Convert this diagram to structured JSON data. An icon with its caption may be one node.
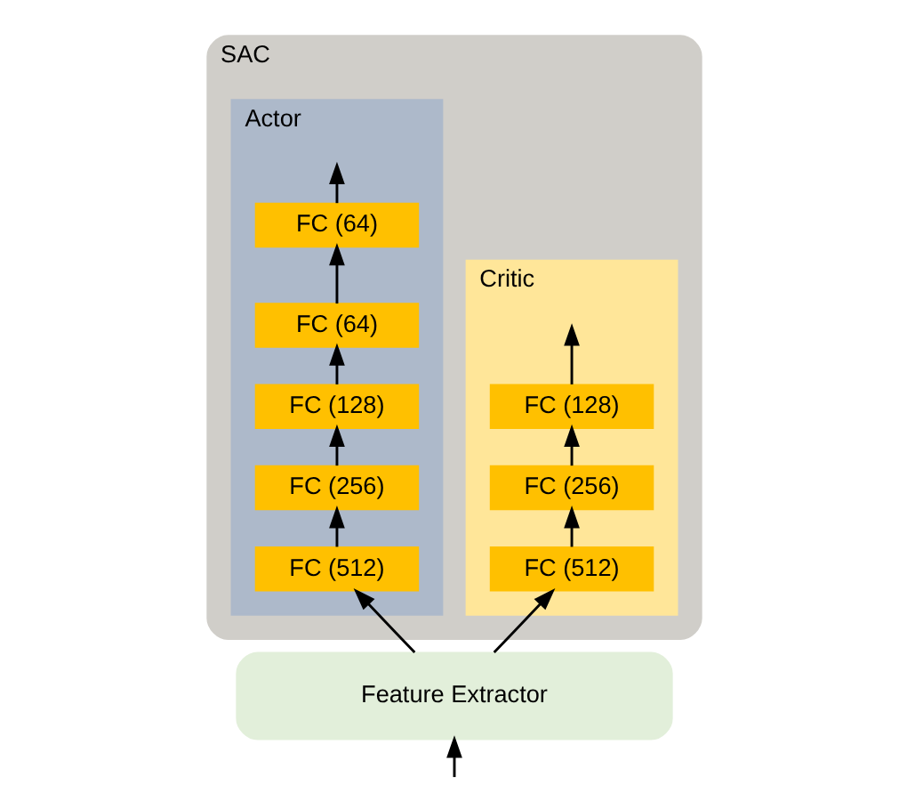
{
  "diagram": {
    "nodes": [
      {
        "text": [
          "SAC"
        ]
      },
      {
        "text": [
          "Critic"
        ],
        "in": 0
      },
      {
        "text": [
          "FC (128)"
        ],
        "in": 1
      },
      {
        "text": [
          "FC (256)"
        ],
        "in": 1
      },
      {
        "text": [
          "FC (512)"
        ],
        "in": 1
      },
      {
        "text": [
          "Actor"
        ],
        "in": 0
      },
      {
        "text": [
          "FC (64)"
        ],
        "in": 5
      },
      {
        "text": [
          "FC (64)"
        ],
        "in": 5
      },
      {
        "text": [
          "FC (128)"
        ],
        "in": 5
      },
      {
        "text": [
          "FC (256)"
        ],
        "in": 5
      },
      {
        "text": [
          "FC (512)"
        ],
        "in": 5
      },
      {
        "text": [
          "Feature Extractor"
        ]
      }
    ],
    "edges": [
      {
        "from": null,
        "to": 11,
        "arrow": "to"
      },
      {
        "from": 11,
        "to": 4,
        "arrow": "to"
      },
      {
        "from": 11,
        "to": 10,
        "arrow": "to"
      },
      {
        "from": 4,
        "to": 3,
        "arrow": "to"
      },
      {
        "from": 3,
        "to": 2,
        "arrow": "to"
      },
      {
        "from": 2,
        "to": null,
        "arrow": "to"
      },
      {
        "from": 10,
        "to": 9,
        "arrow": "to"
      },
      {
        "from": 9,
        "to": 8,
        "arrow": "to"
      },
      {
        "from": 8,
        "to": 7,
        "arrow": "to"
      },
      {
        "from": 7,
        "to": 6,
        "arrow": "to"
      },
      {
        "from": 6,
        "to": null,
        "arrow": "to"
      }
    ]
  }
}
